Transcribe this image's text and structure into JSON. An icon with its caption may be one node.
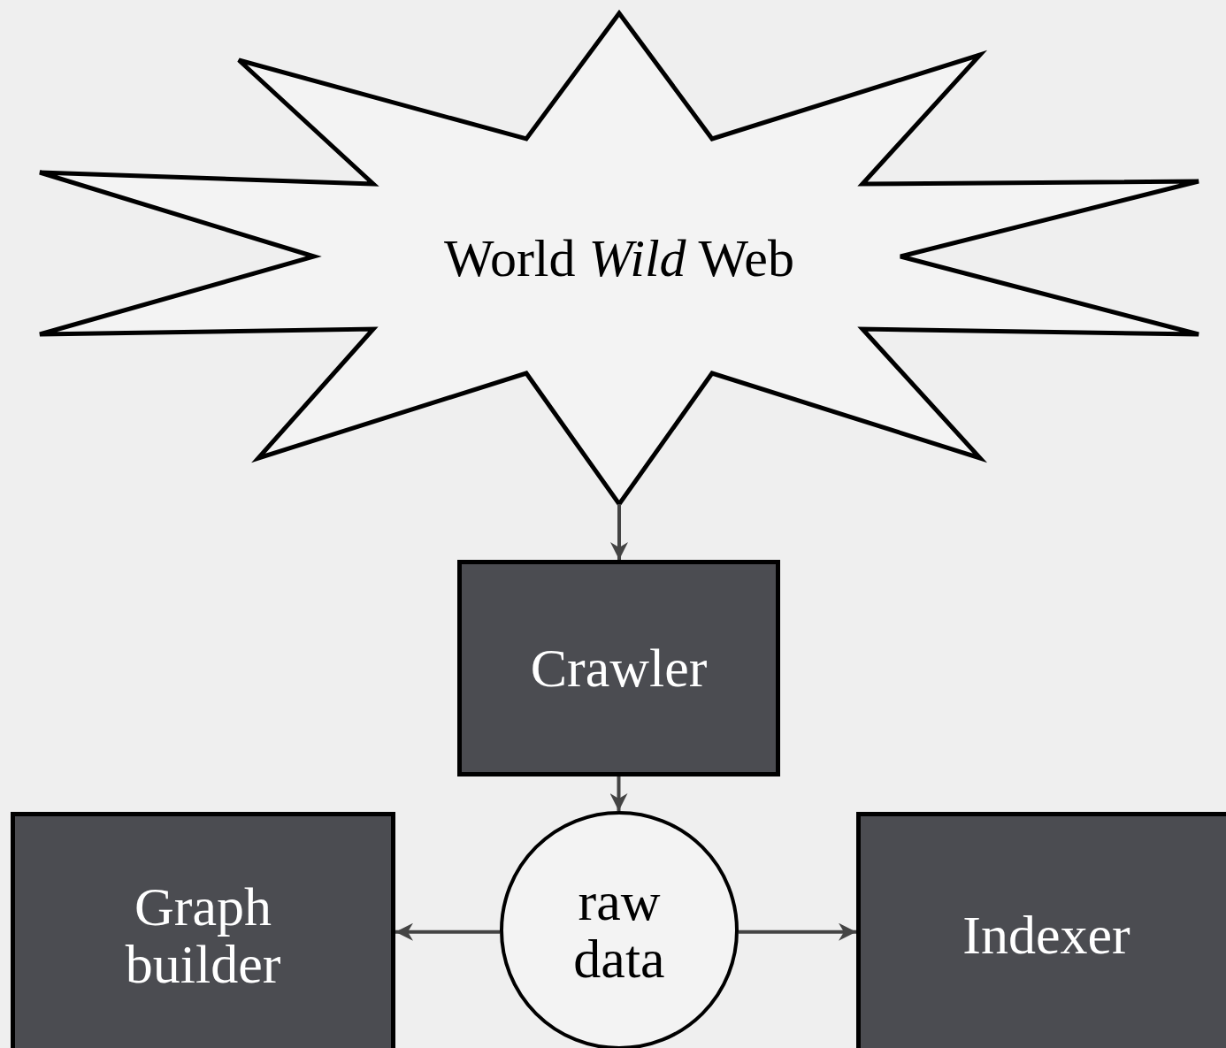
{
  "diagram": {
    "nodes": [
      {
        "text": [
          "World *Wild* Web"
        ]
      },
      {
        "text": [
          "Crawler"
        ]
      },
      {
        "text": [
          "raw data"
        ]
      },
      {
        "text": [
          "Graph builder"
        ]
      },
      {
        "text": [
          "Indexer"
        ]
      }
    ],
    "edges": [
      {
        "from": 0,
        "to": 1,
        "arrow": "to"
      },
      {
        "from": 1,
        "to": 2,
        "arrow": "to"
      },
      {
        "from": 2,
        "to": 3,
        "arrow": "to"
      },
      {
        "from": 2,
        "to": 4,
        "arrow": "to"
      }
    ]
  }
}
